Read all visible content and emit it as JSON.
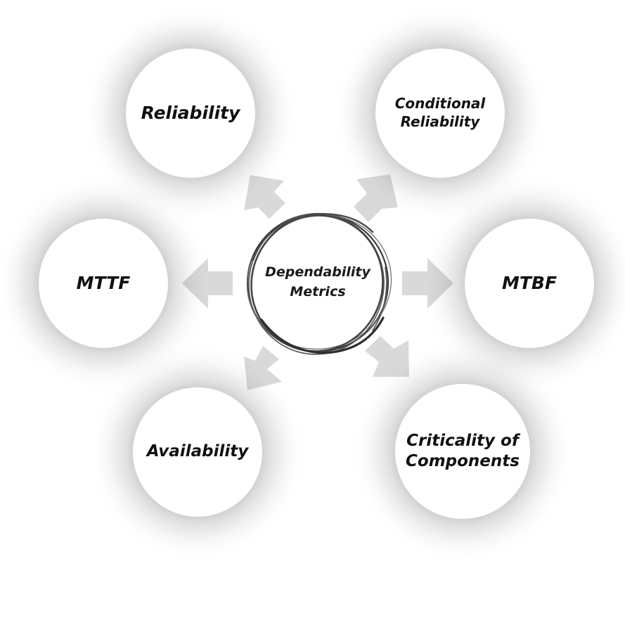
{
  "center": {
    "line1": "Dependability",
    "line2": "Metrics"
  },
  "nodes": {
    "reliability": {
      "label": "Reliability"
    },
    "conditional_reliability": {
      "line1": "Conditional",
      "line2": "Reliability"
    },
    "mttf": {
      "label": "MTTF"
    },
    "mtbf": {
      "label": "MTBF"
    },
    "availability": {
      "label": "Availability"
    },
    "criticality": {
      "line1": "Criticality of",
      "line2": "Components"
    }
  },
  "colors": {
    "arrow": "#d9d9d9",
    "ring": "#555555",
    "text": "#111111",
    "background": "#ffffff"
  }
}
